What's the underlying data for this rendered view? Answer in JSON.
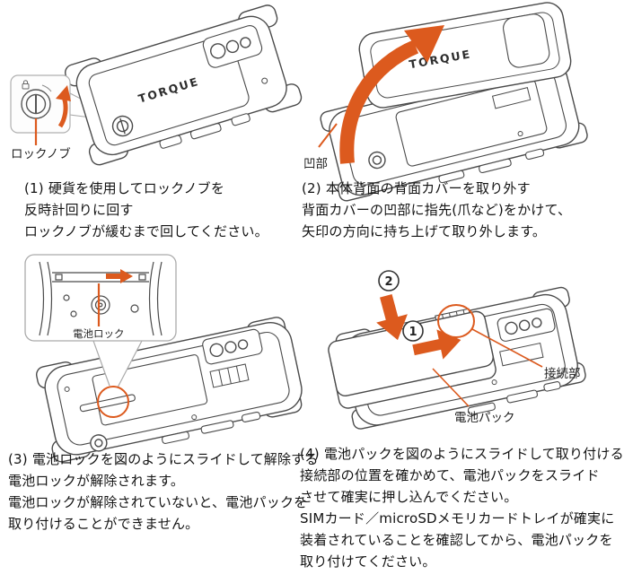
{
  "colors": {
    "accent": "#DC5A1E",
    "line": "#4a4a4a",
    "callout_border": "#b0b0b0",
    "text": "#131313"
  },
  "brand_logo": "TORQUE",
  "panels": {
    "p1": {
      "callout_label": "ロックノブ",
      "lines": [
        "(1) 硬貨を使用してロックノブを",
        "反時計回りに回す",
        "ロックノブが緩むまで回してください。"
      ]
    },
    "p2": {
      "callout_label": "凹部",
      "lines": [
        "(2) 本体背面の背面カバーを取り外す",
        "背面カバーの凹部に指先(爪など)をかけて、",
        "矢印の方向に持ち上げて取り外します。"
      ]
    },
    "p3": {
      "callout_label": "電池ロック",
      "lines": [
        "(3) 電池ロックを図のようにスライドして解除する",
        "電池ロックが解除されます。",
        "電池ロックが解除されていないと、電池パックを",
        "取り付けることができません。"
      ]
    },
    "p4": {
      "connector_label": "接続部",
      "battery_label": "電池パック",
      "step1": "1",
      "step2": "2",
      "lines": [
        "(4) 電池パックを図のようにスライドして取り付ける",
        "接続部の位置を確かめて、電池パックをスライド",
        "させて確実に押し込んでください。",
        "SIMカード／microSDメモリカードトレイが確実に",
        "装着されていることを確認してから、電池パックを",
        "取り付けてください。"
      ]
    }
  }
}
